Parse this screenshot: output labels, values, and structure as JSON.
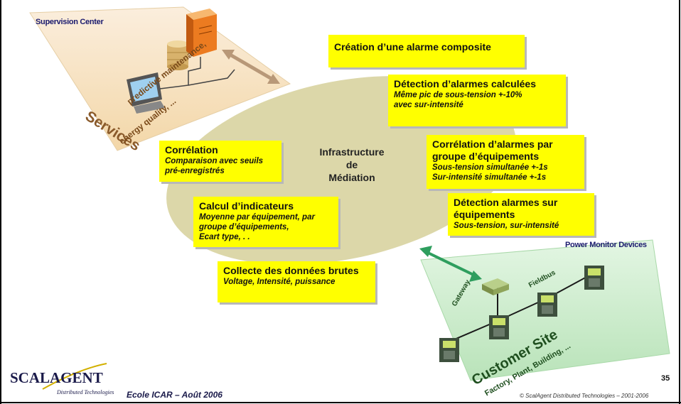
{
  "labels": {
    "supervision_center": "Supervision Center",
    "power_monitor_devices": "Power Monitor Devices",
    "services_title": "Services",
    "services_line1": "predictive maintenance,",
    "services_line2": "energy quality, ...",
    "customer_site_title": "Customer Site",
    "customer_site_sub": "Factory, Plant, Building, ...",
    "fieldbus": "Fieldbus",
    "gateway": "Gateway"
  },
  "infrastructure": {
    "line1": "Infrastructure",
    "line2": "de",
    "line3": "Médiation"
  },
  "boxes": {
    "composite": {
      "title": "Création d’une alarme composite"
    },
    "calculees": {
      "title": "Détection d’alarmes calculées",
      "sub1": "Même pic de sous-tension +-10%",
      "sub2": "avec sur-intensité"
    },
    "groupe": {
      "title1": "Corrélation d’alarmes par",
      "title2": "groupe d’équipements",
      "sub1": "Sous-tension simultanée +-1s",
      "sub2": "Sur-intensité simultanée +-1s"
    },
    "equipements": {
      "title1": "Détection alarmes sur",
      "title2": "équipements",
      "sub1": "Sous-tension, sur-intensité"
    },
    "correlation": {
      "title": "Corrélation",
      "sub1": "Comparaison avec seuils",
      "sub2": "pré-enregistrés"
    },
    "indicateurs": {
      "title": "Calcul d’indicateurs",
      "sub1": "Moyenne par équipement, par",
      "sub2": "groupe d’équipements,",
      "sub3": "Ecart type, . ."
    },
    "collecte": {
      "title": "Collecte des données brutes",
      "sub1": "Voltage, Intensité, puissance"
    }
  },
  "footer": {
    "logo": "SCALAGENT",
    "logo_sub": "Distributed Technologies",
    "event": "Ecole ICAR – Août 2006",
    "copyright": "© ScalAgent Distributed Technologies – 2001-2006",
    "page_number": "35"
  },
  "colors": {
    "box_yellow": "#ffff00",
    "ellipse": "#d8d3a0",
    "supervision_panel": "#f8e4c0",
    "customer_panel": "#c9ecc9",
    "arrow_brown": "#b89878",
    "arrow_green": "#2e9e5e"
  }
}
